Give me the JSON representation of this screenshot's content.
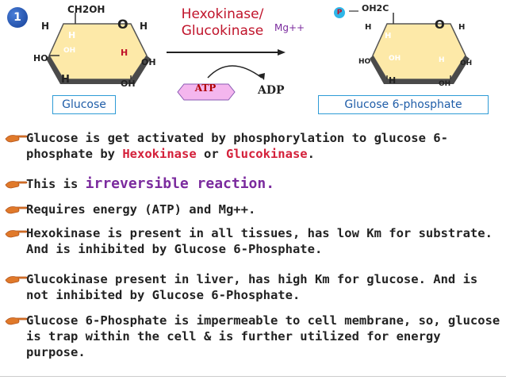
{
  "badge_number": "1",
  "glucose": {
    "ch2oh": "CH2OH",
    "ring_o": "O",
    "h_left_top": "H",
    "h_right_top": "H",
    "h_inner_top": "H",
    "h_inner_mid": "H",
    "oh_inner": "OH",
    "ho_left": "HO",
    "oh_right": "OH",
    "h_bottom": "H",
    "oh_bottom": "OH",
    "label": "Glucose"
  },
  "g6p": {
    "p_badge": "P",
    "oh2c": "OH2C",
    "ring_o": "O",
    "h_left_top": "H",
    "h_right_top": "H",
    "h_inner_top": "H",
    "h_inner_mid": "H",
    "oh_inner": "OH",
    "ho_left": "HO",
    "oh_right": "OH",
    "h_bottom": "H",
    "oh_bottom": "OH",
    "label": "Glucose 6-phosphate"
  },
  "reaction": {
    "enzyme": "Hexokinase/ Glucokinase",
    "cofactor": "Mg++",
    "atp": "ATP",
    "adp": "ADP"
  },
  "bullets": {
    "b1": {
      "t1": "Glucose is get activated by phosphorylation to glucose 6-phosphate by ",
      "r1": "Hexokinase",
      "t2": " or ",
      "r2": "Glucokinase",
      "t3": "."
    },
    "b2": {
      "t1": "This is ",
      "p1": "irreversible reaction."
    },
    "b3": {
      "t1": "Requires energy (ATP) and Mg++."
    },
    "b4": {
      "t1": "Hexokinase is present in all tissues, has low Km for substrate. And is inhibited by Glucose 6-Phosphate."
    },
    "b5": {
      "t1": "Glucokinase present in liver, has high Km for glucose. And is not inhibited by Glucose 6-Phosphate."
    },
    "b6": {
      "t1": "Glucose 6-Phosphate is impermeable to cell membrane, so, glucose is trap within the cell & is further utilized for energy purpose."
    }
  },
  "colors": {
    "enzyme_red": "#c0142b",
    "highlight_purple": "#7b2b9e",
    "label_blue": "#1f5da8",
    "ring_fill": "#fde9a8"
  }
}
